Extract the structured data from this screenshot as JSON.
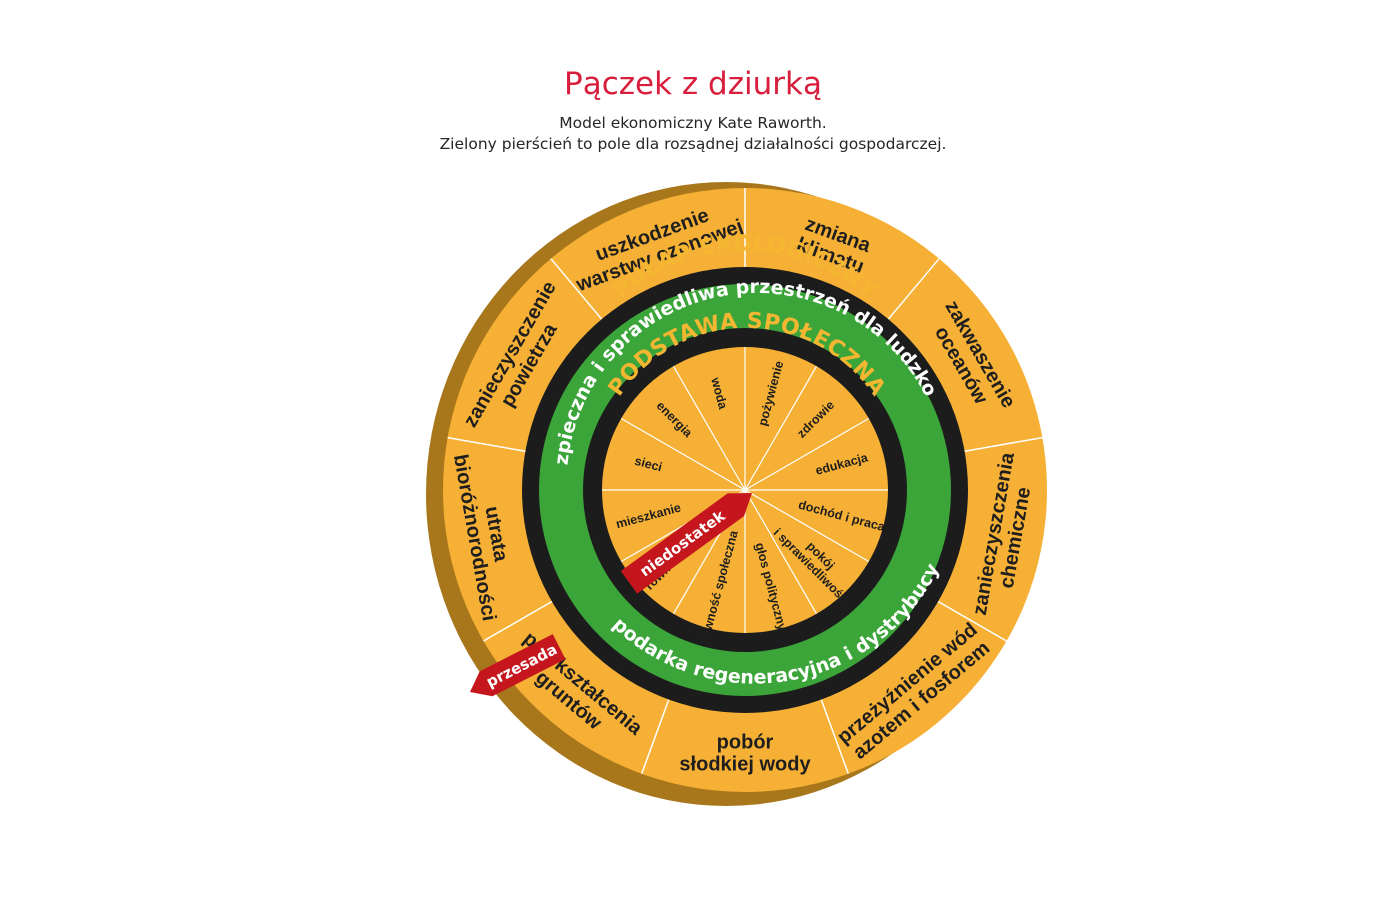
{
  "title": "Pączek z dziurką",
  "subtitle_line1": "Model ekonomiczny Kate Raworth.",
  "subtitle_line2": "Zielony pierścień to pole dla rozsądnej działalności gospodarczej.",
  "ring_labels": {
    "ceiling": "PUŁAP EKOLOGICZNY",
    "foundation": "PODSTAWA SPOŁECZNA",
    "safe_space": "bezpieczna i sprawiedliwa przestrzeń dla ludzkości",
    "economy": "gospodarka regeneracyjna i dystrybucyjna"
  },
  "overshoot_label": "przesada",
  "shortfall_label": "niedostatek",
  "ecological_ceiling": [
    {
      "lines": [
        "zmiana",
        "klimatu"
      ]
    },
    {
      "lines": [
        "zakwaszenie",
        "oceanów"
      ]
    },
    {
      "lines": [
        "zanieczyszczenia",
        "chemiczne"
      ]
    },
    {
      "lines": [
        "przeżyźnienie wód",
        "azotem i fosforem"
      ]
    },
    {
      "lines": [
        "pobór",
        "słodkiej wody"
      ]
    },
    {
      "lines": [
        "przekształcenia",
        "gruntów"
      ]
    },
    {
      "lines": [
        "utrata",
        "bioróżnorodności"
      ]
    },
    {
      "lines": [
        "zanieczyszczenie",
        "powietrza"
      ]
    },
    {
      "lines": [
        "uszkodzenie",
        "warstwy ozonowej"
      ]
    }
  ],
  "social_foundation": [
    {
      "lines": [
        "pożywienie"
      ]
    },
    {
      "lines": [
        "zdrowie"
      ]
    },
    {
      "lines": [
        "edukacja"
      ]
    },
    {
      "lines": [
        "dochód i praca"
      ]
    },
    {
      "lines": [
        "pokój",
        "i sprawiedliwość"
      ]
    },
    {
      "lines": [
        "głos polityczny"
      ]
    },
    {
      "lines": [
        "równość społeczna"
      ]
    },
    {
      "lines": [
        "równość płci"
      ]
    },
    {
      "lines": [
        "mieszkanie"
      ]
    },
    {
      "lines": [
        "sieci"
      ]
    },
    {
      "lines": [
        "energia"
      ]
    },
    {
      "lines": [
        "woda"
      ]
    }
  ],
  "colors": {
    "title": "#d81e3c",
    "outer_ring": "#f5b035",
    "outer_side": "#a8771c",
    "black_band": "#1c1c1c",
    "green_ring": "#3ba53a",
    "inner_disc": "#f5b035",
    "arrow": "#c4161c",
    "separator": "#ffffff"
  }
}
